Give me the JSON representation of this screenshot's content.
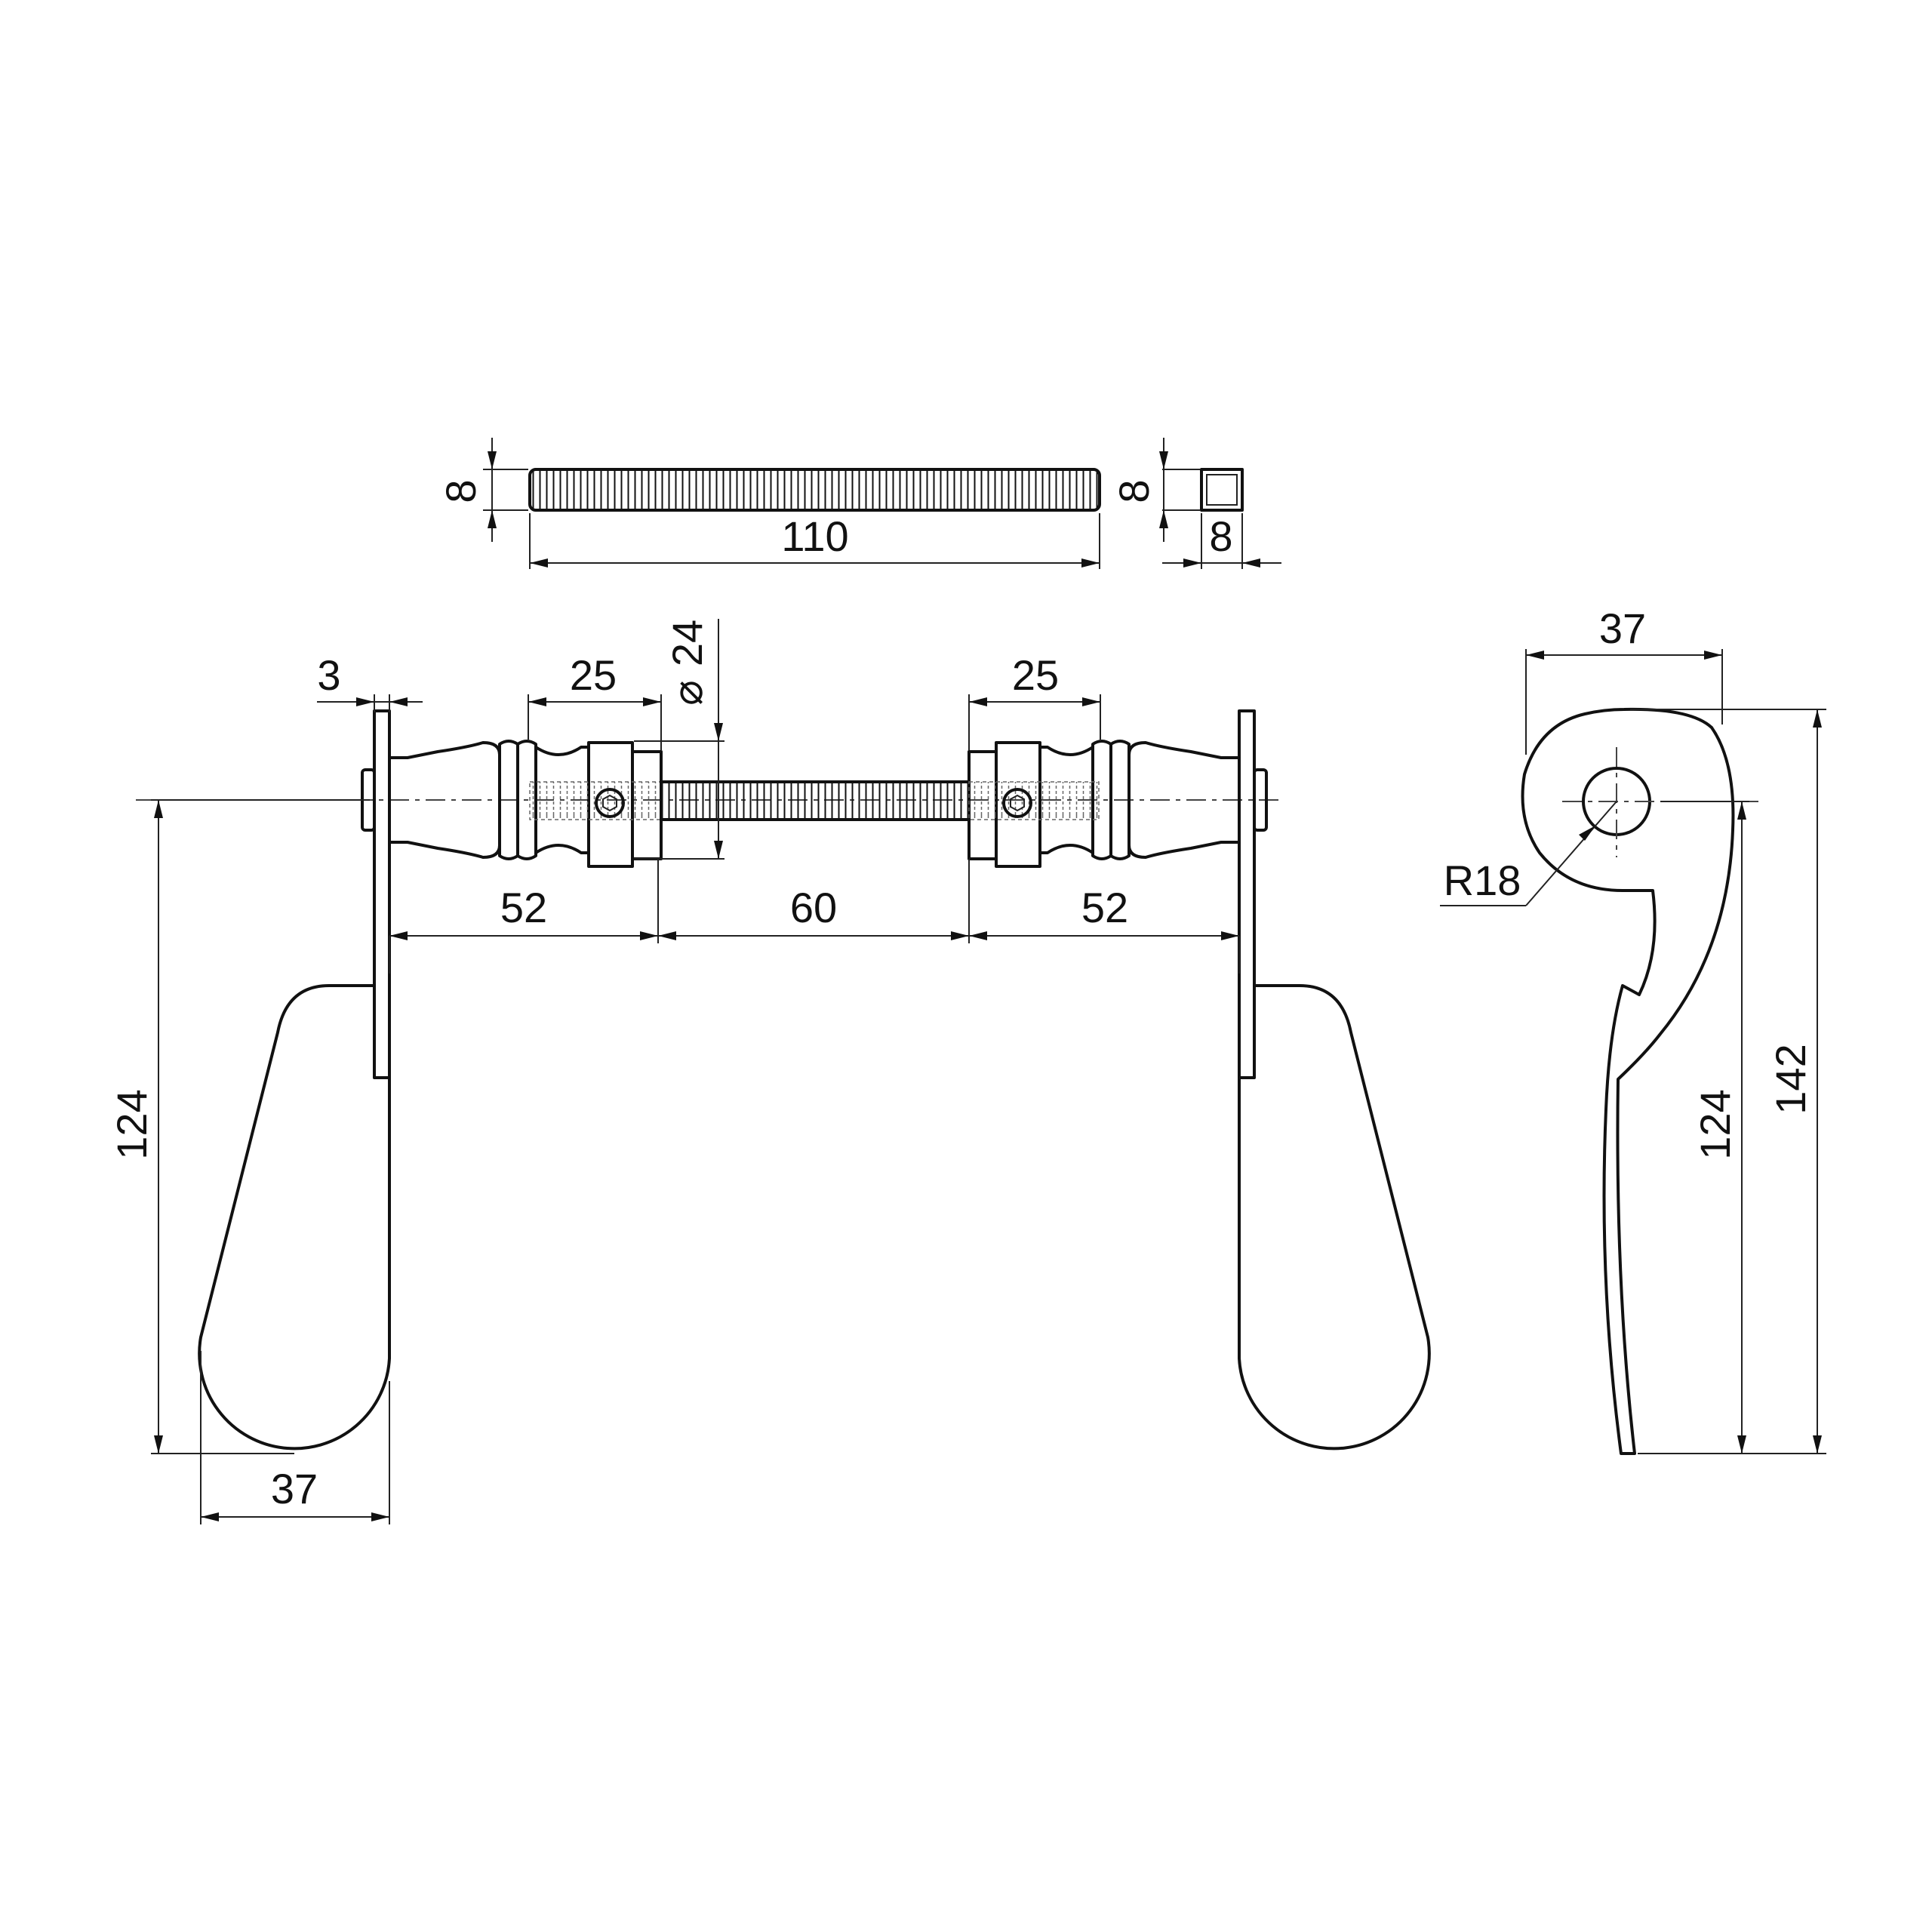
{
  "dimensions": {
    "spindle_height": "8",
    "spindle_length": "110",
    "section_height": "8",
    "section_width": "8",
    "rose_thickness": "3",
    "knob_width_left": "25",
    "knob_width_right": "25",
    "knob_diameter": "24",
    "diameter_symbol": "⌀",
    "span_left": "52",
    "span_middle": "60",
    "span_right": "52",
    "lever_drop_left": "124",
    "lever_width_bottom": "37",
    "side_width_top": "37",
    "side_radius": "R18",
    "side_drop": "124",
    "side_total_height": "142"
  }
}
